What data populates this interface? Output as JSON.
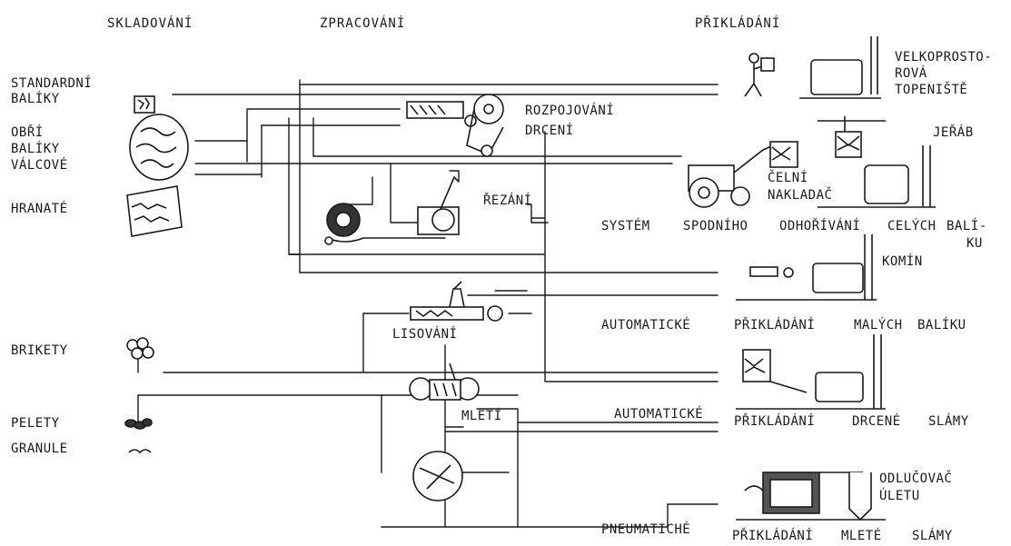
{
  "headers": {
    "storage": "SKLADOVÁNÍ",
    "processing": "ZPRACOVÁNÍ",
    "feeding": "PŘIKLÁDÁNÍ"
  },
  "storage": {
    "standard_bales": [
      "STANDARDNÍ",
      "BALÍKY"
    ],
    "big_bales": [
      "OBŘÍ",
      "BALÍKY",
      "VÁLCOVÉ"
    ],
    "square": "HRANATÉ",
    "briquettes": "BRIKETY",
    "pellets": "PELETY",
    "granules": "GRANULE"
  },
  "processing": {
    "unbundling": [
      "ROZPOJOVÁNÍ",
      "DRCENÍ"
    ],
    "cutting": "ŘEZÁNÍ",
    "pressing": "LISOVÁNÍ",
    "milling": "MLETÍ"
  },
  "feeding": {
    "big_space_furnace": [
      "VELKOPROSTO-",
      "ROVÁ",
      "TOPENIŠTĚ"
    ],
    "crane": "JEŘÁB",
    "front_loader": [
      "ČELNÍ",
      "NAKLADAČ"
    ],
    "whole_bale_system": {
      "word1": "SYSTÉM",
      "word2": "SPODNÍHO",
      "word3": "ODHOŘÍVÁNÍ",
      "word4": "CELÝCH",
      "word5": "BALÍ-",
      "word6": "KU"
    },
    "chimney": "KOMÍN",
    "small_bales": {
      "automatic": "AUTOMATICKÉ",
      "word2": "PŘIKLÁDÁNÍ",
      "word3": "MALÝCH",
      "word4": "BALÍKU"
    },
    "crushed_straw": {
      "automatic": "AUTOMATICKÉ",
      "word2": "PŘIKLÁDÁNÍ",
      "word3": "DRCENÉ",
      "word4": "SLÁMY"
    },
    "separator": [
      "ODLUČOVAČ",
      "ÚLETU"
    ],
    "milled_straw": {
      "pneumatic": "PNEUMATICHÉ",
      "word2": "PŘIKLÁDÁNÍ",
      "word3": "MLETÉ",
      "word4": "SLÁMY"
    }
  },
  "colors": {
    "ink": "#1a1a1a",
    "paper": "#ffffff"
  }
}
